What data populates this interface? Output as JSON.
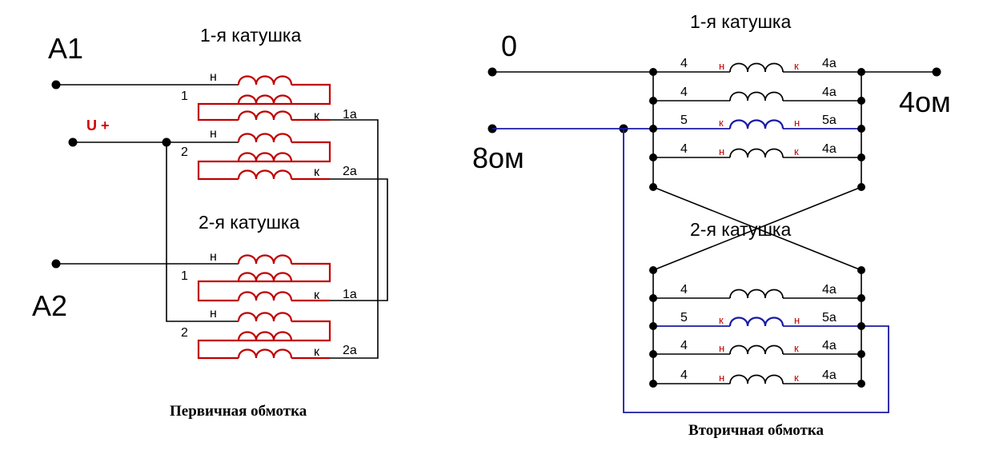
{
  "primary": {
    "terminal_a1": "A1",
    "terminal_a2": "A2",
    "supply_label": "U +",
    "coil1_title": "1-я катушка",
    "coil2_title": "2-я катушка",
    "start_mark": "н",
    "end_mark": "к",
    "tap_1": "1",
    "tap_2": "2",
    "tap_1a": "1а",
    "tap_2a": "2а",
    "caption": "Первичная обмотка"
  },
  "secondary": {
    "terminal_0": "0",
    "terminal_8om": "8ом",
    "terminal_4om": "4ом",
    "coil1_title": "1-я катушка",
    "coil2_title": "2-я катушка",
    "caption": "Вторичная обмотка",
    "coil1_rows": [
      {
        "left": "4",
        "mark_l": "н",
        "mark_r": "к",
        "right": "4а",
        "color": "black"
      },
      {
        "left": "4",
        "mark_l": "",
        "mark_r": "",
        "right": "4а",
        "color": "black"
      },
      {
        "left": "5",
        "mark_l": "к",
        "mark_r": "н",
        "right": "5а",
        "color": "blue"
      },
      {
        "left": "4",
        "mark_l": "н",
        "mark_r": "к",
        "right": "4а",
        "color": "black"
      }
    ],
    "coil2_rows": [
      {
        "left": "4",
        "mark_l": "",
        "mark_r": "",
        "right": "4а",
        "color": "black"
      },
      {
        "left": "5",
        "mark_l": "к",
        "mark_r": "н",
        "right": "5а",
        "color": "blue"
      },
      {
        "left": "4",
        "mark_l": "н",
        "mark_r": "к",
        "right": "4а",
        "color": "black"
      },
      {
        "left": "4",
        "mark_l": "н",
        "mark_r": "к",
        "right": "4а",
        "color": "black"
      }
    ]
  },
  "colors": {
    "winding_red": "#c00000",
    "winding_blue": "#1a1aa6",
    "wire": "#000000"
  }
}
